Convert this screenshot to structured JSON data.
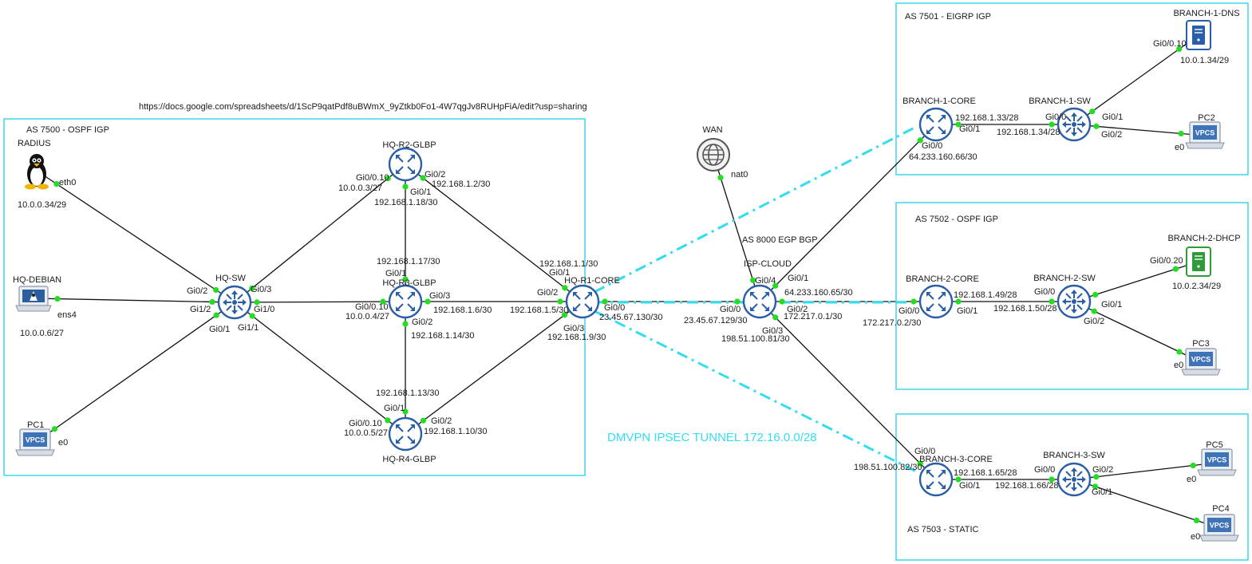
{
  "url_note": "https://docs.google.com/spreadsheets/d/1ScP9qatPdf8uBWmX_9yZtkb0Fo1-4W7qgJv8RUHpFiA/edit?usp=sharing",
  "colors": {
    "area_border": "#2fd4e8",
    "tunnel": "#33ddee",
    "port_dot": "#22dd22",
    "router_ring": "#2a5ea8",
    "router_fill": "#ffffff",
    "link": "#111111"
  },
  "areas": [
    {
      "id": "hq",
      "title": "AS 7500 - OSPF IGP"
    },
    {
      "id": "b1",
      "title": "AS 7501 - EIGRP IGP"
    },
    {
      "id": "b2",
      "title": "AS 7502 - OSPF IGP"
    },
    {
      "id": "b3",
      "title": "AS 7503 - STATIC"
    }
  ],
  "devices": [
    {
      "id": "radius",
      "name": "RADIUS",
      "icon": "linux-tux-icon"
    },
    {
      "id": "hqdebian",
      "name": "HQ-DEBIAN",
      "icon": "linux-terminal-icon"
    },
    {
      "id": "pc1",
      "name": "PC1",
      "icon": "vpcs-icon"
    },
    {
      "id": "hqsw",
      "name": "HQ-SW",
      "icon": "switch-icon"
    },
    {
      "id": "r2",
      "name": "HQ-R2-GLBP",
      "icon": "router-icon"
    },
    {
      "id": "r3",
      "name": "HQ-R3-GLBP",
      "icon": "router-icon"
    },
    {
      "id": "r4",
      "name": "HQ-R4-GLBP",
      "icon": "router-icon"
    },
    {
      "id": "r1",
      "name": "HQ-R1-CORE",
      "icon": "router-icon"
    },
    {
      "id": "wan",
      "name": "WAN",
      "icon": "globe-icon"
    },
    {
      "id": "isp",
      "name": "ISP-CLOUD",
      "icon": "router-icon"
    },
    {
      "id": "b1core",
      "name": "BRANCH-1-CORE",
      "icon": "router-icon"
    },
    {
      "id": "b1sw",
      "name": "BRANCH-1-SW",
      "icon": "switch-icon"
    },
    {
      "id": "b1dns",
      "name": "BRANCH-1-DNS",
      "icon": "server-icon"
    },
    {
      "id": "pc2",
      "name": "PC2",
      "icon": "vpcs-icon"
    },
    {
      "id": "b2core",
      "name": "BRANCH-2-CORE",
      "icon": "router-icon"
    },
    {
      "id": "b2sw",
      "name": "BRANCH-2-SW",
      "icon": "switch-icon"
    },
    {
      "id": "b2dhcp",
      "name": "BRANCH-2-DHCP",
      "icon": "server-icon"
    },
    {
      "id": "pc3",
      "name": "PC3",
      "icon": "vpcs-icon"
    },
    {
      "id": "b3core",
      "name": "BRANCH-3-CORE",
      "icon": "router-icon"
    },
    {
      "id": "b3sw",
      "name": "BRANCH-3-SW",
      "icon": "switch-icon"
    },
    {
      "id": "pc5",
      "name": "PC5",
      "icon": "vpcs-icon"
    },
    {
      "id": "pc4",
      "name": "PC4",
      "icon": "vpcs-icon"
    }
  ],
  "links": [
    {
      "a": "radius",
      "b": "hqsw",
      "a_port": "eth0",
      "b_port": "Gi0/2"
    },
    {
      "a": "hqdebian",
      "b": "hqsw",
      "a_port": "ens4",
      "b_port": "Gi1/2"
    },
    {
      "a": "pc1",
      "b": "hqsw",
      "a_port": "e0",
      "b_port": "Gi0/1"
    },
    {
      "a": "hqsw",
      "b": "r2",
      "a_port": "Gi0/3",
      "b_port": "Gi0/0.10"
    },
    {
      "a": "hqsw",
      "b": "r3",
      "a_port": "Gi1/0",
      "b_port": "Gi0/0.10"
    },
    {
      "a": "hqsw",
      "b": "r4",
      "a_port": "Gi1/1",
      "b_port": "Gi0/0.10"
    },
    {
      "a": "r2",
      "b": "r3",
      "a_port": "Gi0/1",
      "b_port": "Gi0/1"
    },
    {
      "a": "r3",
      "b": "r4",
      "a_port": "Gi0/2",
      "b_port": "Gi0/1"
    },
    {
      "a": "r2",
      "b": "r1",
      "a_port": "Gi0/2",
      "b_port": "Gi0/1"
    },
    {
      "a": "r3",
      "b": "r1",
      "a_port": "Gi0/3",
      "b_port": "Gi0/2"
    },
    {
      "a": "r4",
      "b": "r1",
      "a_port": "Gi0/2",
      "b_port": "Gi0/3"
    },
    {
      "a": "r1",
      "b": "isp",
      "a_port": "Gi0/0",
      "b_port": "Gi0/0"
    },
    {
      "a": "wan",
      "b": "isp",
      "a_port": "nat0",
      "b_port": "Gi0/4"
    },
    {
      "a": "isp",
      "b": "b1core",
      "a_port": "Gi0/1",
      "b_port": "Gi0/0"
    },
    {
      "a": "isp",
      "b": "b2core",
      "a_port": "Gi0/2",
      "b_port": "Gi0/0"
    },
    {
      "a": "isp",
      "b": "b3core",
      "a_port": "Gi0/3",
      "b_port": "Gi0/0"
    },
    {
      "a": "b1core",
      "b": "b1sw",
      "a_port": "Gi0/1",
      "b_port": "Gi0/0"
    },
    {
      "a": "b1sw",
      "b": "b1dns",
      "a_port": "Gi0/1",
      "b_port": "Gi0/0.10"
    },
    {
      "a": "b1sw",
      "b": "pc2",
      "a_port": "Gi0/2",
      "b_port": "e0"
    },
    {
      "a": "b2core",
      "b": "b2sw",
      "a_port": "Gi0/1",
      "b_port": "Gi0/0"
    },
    {
      "a": "b2sw",
      "b": "b2dhcp",
      "a_port": "Gi0/1",
      "b_port": "Gi0/0.20"
    },
    {
      "a": "b2sw",
      "b": "pc3",
      "a_port": "Gi0/2",
      "b_port": "e0"
    },
    {
      "a": "b3core",
      "b": "b3sw",
      "a_port": "Gi0/1",
      "b_port": "Gi0/0"
    },
    {
      "a": "b3sw",
      "b": "pc5",
      "a_port": "Gi0/2",
      "b_port": "e0"
    },
    {
      "a": "b3sw",
      "b": "pc4",
      "a_port": "Gi0/1",
      "b_port": "e0"
    }
  ],
  "tunnels": [
    {
      "a": "r1",
      "b": "b1core"
    },
    {
      "a": "r1",
      "b": "b2core"
    },
    {
      "a": "r1",
      "b": "b3core"
    }
  ],
  "tunnel_label": "DMVPN IPSEC TUNNEL 172.16.0.0/28",
  "isp_label": "AS 8000 EGP BGP",
  "labels": [
    "eth0",
    "10.0.0.34/29",
    "ens4",
    "10.0.0.6/27",
    "e0",
    "Gi0/2",
    "Gi0/3",
    "Gi1/2",
    "Gi1/0",
    "Gi0/1",
    "Gi1/1",
    "Gi0/0.10",
    "10.0.0.3/27",
    "Gi0/2",
    "192.168.1.2/30",
    "Gi0/1",
    "192.168.1.18/30",
    "192.168.1.17/30",
    "Gi0/1",
    "Gi0/0.10",
    "10.0.0.4/27",
    "Gi0/3",
    "192.168.1.6/30",
    "Gi0/2",
    "192.168.1.14/30",
    "192.168.1.13/30",
    "Gi0/1",
    "Gi0/0.10",
    "10.0.0.5/27",
    "Gi0/2",
    "192.168.1.10/30",
    "192.168.1.1/30",
    "Gi0/1",
    "Gi0/2",
    "192.168.1.5/30",
    "Gi0/0",
    "23.45.67.130/30",
    "Gi0/3",
    "192.168.1.9/30",
    "nat0",
    "Gi0/4",
    "Gi0/1",
    "64.233.160.65/30",
    "Gi0/0",
    "23.45.67.129/30",
    "Gi0/2",
    "172.217.0.1/30",
    "Gi0/3",
    "198.51.100.81/30",
    "192.168.1.33/28",
    "Gi0/1",
    "Gi0/0",
    "64.233.160.66/30",
    "Gi0/0",
    "192.168.1.34/28",
    "Gi0/1",
    "Gi0/2",
    "Gi0/0.10",
    "10.0.1.34/29",
    "e0",
    "192.168.1.49/28",
    "Gi0/1",
    "Gi0/0",
    "172.217.0.2/30",
    "Gi0/0",
    "192.168.1.50/28",
    "Gi0/1",
    "Gi0/2",
    "Gi0/0.20",
    "10.0.2.34/29",
    "e0",
    "Gi0/0",
    "198.51.100.82/30",
    "192.168.1.65/28",
    "Gi0/1",
    "Gi0/0",
    "192.168.1.66/28",
    "Gi0/2",
    "Gi0/1",
    "e0",
    "e0"
  ]
}
